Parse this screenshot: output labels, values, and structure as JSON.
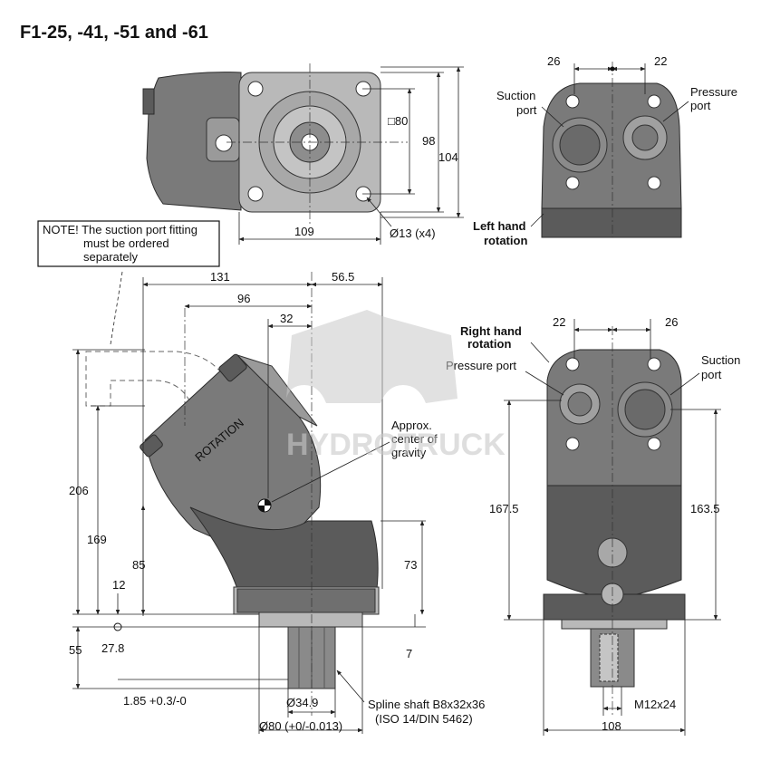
{
  "title": "F1-25, -41, -51 and -61",
  "note": {
    "line1": "NOTE! The suction port fitting",
    "line2": "must be ordered",
    "line3": "separately"
  },
  "watermark": "HYDROTRUCK",
  "top_view": {
    "dim_80": "□80",
    "dim_98": "98",
    "dim_104": "104",
    "dim_109": "109",
    "dim_bolt": "Ø13 (x4)"
  },
  "side_view": {
    "dim_131": "131",
    "dim_56_5": "56.5",
    "dim_96": "96",
    "dim_32": "32",
    "dim_206": "206",
    "dim_169": "169",
    "dim_85": "85",
    "dim_12": "12",
    "dim_73": "73",
    "dim_55": "55",
    "dim_27_8": "27.8",
    "dim_7": "7",
    "dim_tol": "1.85 +0.3/-0",
    "dim_34_9": "Ø34.9",
    "dim_80": "Ø80 (+0/-0.013)",
    "rotation": "ROTATION",
    "cog_line1": "Approx.",
    "cog_line2": "center of",
    "cog_line3": "gravity",
    "spline_line1": "Spline shaft B8x32x36",
    "spline_line2": "(ISO 14/DIN 5462)"
  },
  "left_rotation_view": {
    "dim_26": "26",
    "dim_22": "22",
    "suction_line1": "Suction",
    "suction_line2": "port",
    "pressure_line1": "Pressure",
    "pressure_line2": "port",
    "rot_line1": "Left hand",
    "rot_line2": "rotation"
  },
  "right_rotation_view": {
    "dim_22": "22",
    "dim_26": "26",
    "rot_line1": "Right hand",
    "rot_line2": "rotation",
    "pressure": "Pressure port",
    "suction_line1": "Suction",
    "suction_line2": "port",
    "dim_167_5": "167.5",
    "dim_163_5": "163.5",
    "dim_thread": "M12x24",
    "dim_108": "108"
  }
}
